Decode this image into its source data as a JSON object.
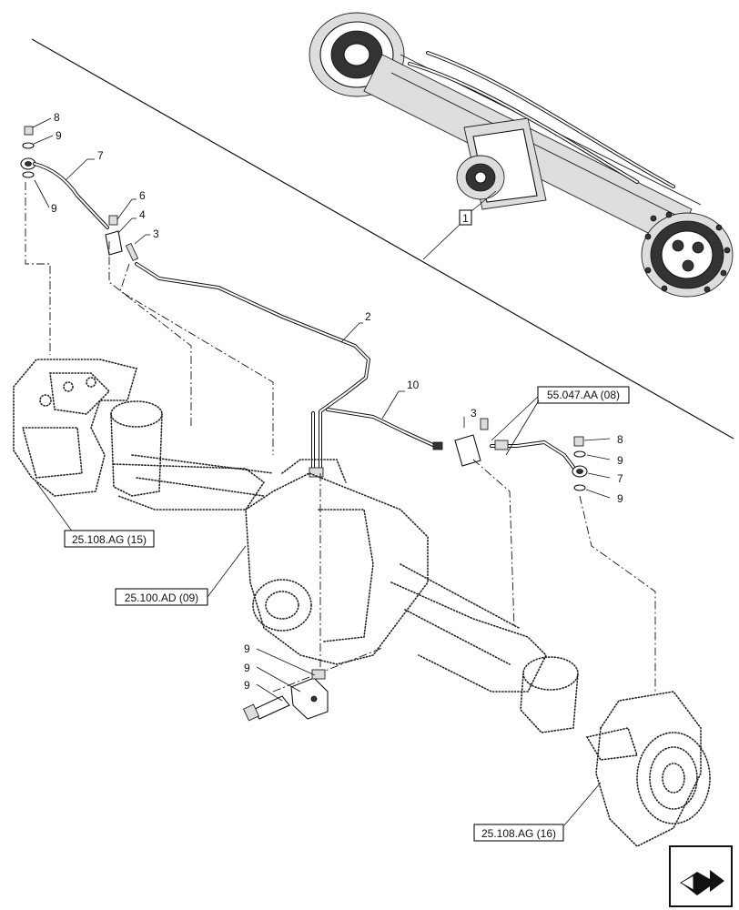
{
  "diagram": {
    "overview_callout": "1",
    "callouts": {
      "c2": "2",
      "c3_left": "3",
      "c4": "4",
      "c6": "6",
      "c7_left": "7",
      "c8_left": "8",
      "c9_left_top": "9",
      "c9_left_bottom": "9",
      "c10": "10",
      "c3_right": "3",
      "c8_right": "8",
      "c9_right_top": "9",
      "c7_right": "7",
      "c9_right_bottom": "9",
      "c9_bracket_1": "9",
      "c9_bracket_2": "9",
      "c9_bracket_3": "9"
    },
    "references": {
      "knuckle_left": "25.108.AG (15)",
      "axle_housing": "25.100.AD (09)",
      "connection": "55.047.AA (08)",
      "knuckle_right": "25.108.AG (16)"
    },
    "nav_icon": "next-page-arrow-icon"
  }
}
